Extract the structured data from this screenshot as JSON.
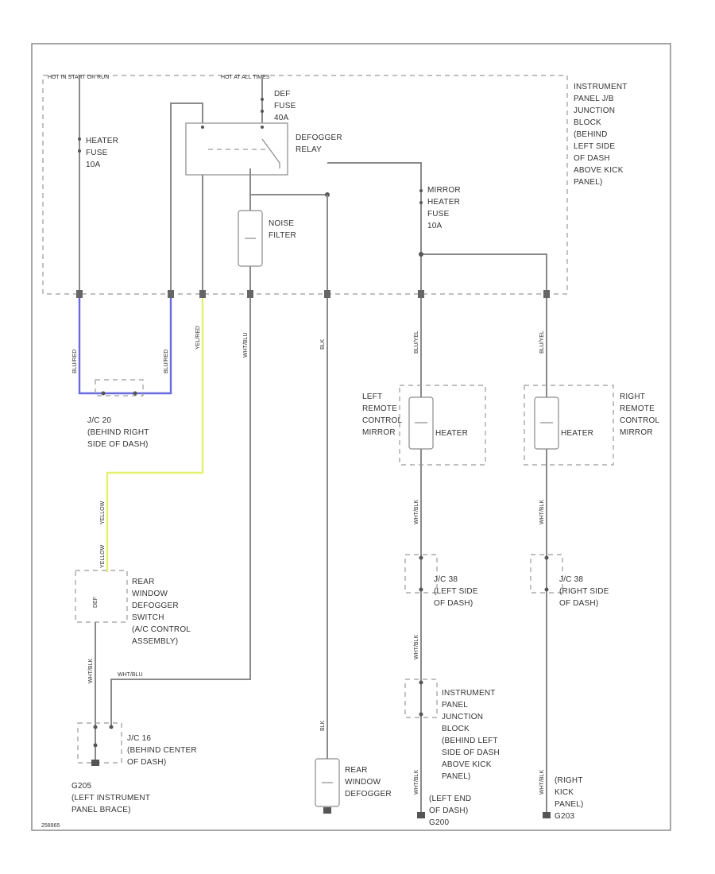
{
  "colors": {
    "wire": "#8a8a8a",
    "wire_blue": "#6a6ae0",
    "wire_yellow": "#e4f070",
    "border": "#8a8a8a",
    "text": "#333333"
  },
  "top_labels": {
    "left": "HOT IN START OR RUN",
    "center": "HOT AT ALL TIMES"
  },
  "junction_block": {
    "lines": [
      "INSTRUMENT",
      "PANEL J/B",
      "JUNCTION",
      "BLOCK",
      "(BEHIND",
      "LEFT SIDE",
      "OF DASH",
      "ABOVE KICK",
      "PANEL)"
    ]
  },
  "heater_fuse": {
    "lines": [
      "HEATER",
      "FUSE",
      "10A"
    ]
  },
  "def_fuse": {
    "lines": [
      "DEF",
      "FUSE",
      "40A"
    ]
  },
  "defogger_relay": {
    "lines": [
      "DEFOGGER",
      "RELAY"
    ]
  },
  "noise_filter": {
    "lines": [
      "NOISE",
      "FILTER"
    ]
  },
  "mirror_fuse": {
    "lines": [
      "MIRROR",
      "HEATER",
      "FUSE",
      "10A"
    ]
  },
  "jc20": {
    "lines": [
      "J/C 20",
      "(BEHIND RIGHT",
      "SIDE OF DASH)"
    ]
  },
  "rear_switch": {
    "lines": [
      "REAR",
      "WINDOW",
      "DEFOGGER",
      "SWITCH",
      "(A/C CONTROL",
      "ASSEMBLY)"
    ],
    "inner": "DEF"
  },
  "jc16": {
    "lines": [
      "J/C 16",
      "(BEHIND CENTER",
      "OF DASH)"
    ]
  },
  "g205": {
    "lines": [
      "G205",
      "(LEFT INSTRUMENT",
      "PANEL BRACE)"
    ]
  },
  "rear_defogger": {
    "lines": [
      "REAR",
      "WINDOW",
      "DEFOGGER"
    ]
  },
  "left_mirror": {
    "lines": [
      "LEFT",
      "REMOTE",
      "CONTROL",
      "MIRROR"
    ],
    "heater": "HEATER"
  },
  "right_mirror": {
    "lines": [
      "RIGHT",
      "REMOTE",
      "CONTROL",
      "MIRROR"
    ],
    "heater": "HEATER"
  },
  "jc38_left": {
    "lines": [
      "J/C 38",
      "(LEFT SIDE",
      "OF DASH)"
    ]
  },
  "jc38_right": {
    "lines": [
      "J/C 38",
      "(RIGHT SIDE",
      "OF DASH)"
    ]
  },
  "ip_jb_lower": {
    "lines": [
      "INSTRUMENT",
      "PANEL",
      "JUNCTION",
      "BLOCK",
      "(BEHIND LEFT",
      "SIDE OF DASH",
      "ABOVE KICK",
      "PANEL)"
    ]
  },
  "left_ground": {
    "lines": [
      "(LEFT END",
      "OF DASH)",
      "G200"
    ]
  },
  "right_ground": {
    "lines": [
      "(RIGHT",
      "KICK",
      "PANEL)",
      "G203"
    ]
  },
  "wire_labels": {
    "blue_left": "BLU/RED",
    "blue_right": "BLU/RED",
    "yel_red": "YEL/RED",
    "yel_top": "YELLOW",
    "yel_bottom": "YELLOW",
    "wht_blu_noise": "WHT/BLU",
    "blk_rear": "BLK",
    "blk_rear_low": "BLK",
    "mirror_left": "BLU/YEL",
    "mirror_right": "BLU/YEL",
    "wht_blk_l1": "WHT/BLK",
    "wht_blk_r1": "WHT/BLK",
    "wht_blk_l2": "WHT/BLK",
    "wht_blk_l3": "WHT/BLK",
    "wht_blk_r2": "WHT/BLK",
    "wht_blk_sw": "WHT/BLK",
    "wht_blu_h": "WHT/BLU"
  },
  "footer_code": "258965"
}
